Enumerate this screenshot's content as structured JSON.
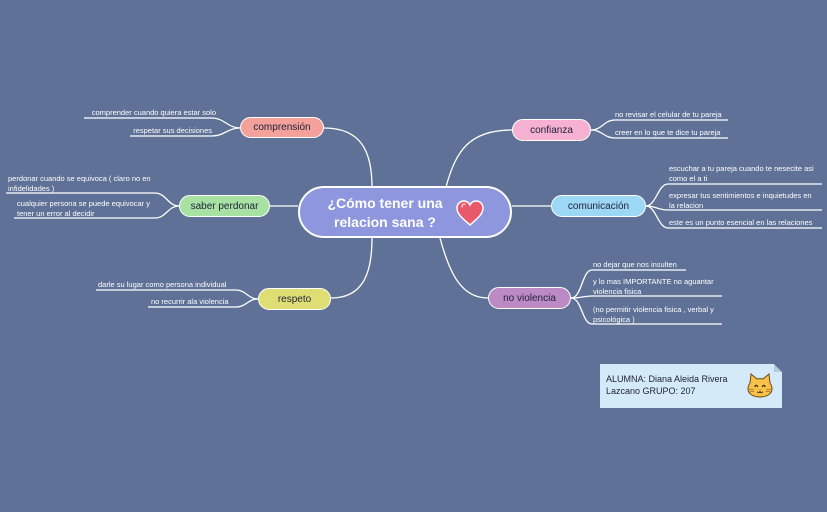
{
  "central": {
    "title": "¿Cómo tener una relacion sana ?",
    "icon": "heart-icon",
    "color": "#8e97dd"
  },
  "branches": {
    "comprension": {
      "label": "comprensión",
      "color": "#f4a09b",
      "leaves": [
        "comprender cuando quiera estar solo",
        "respetar sus decisiones"
      ]
    },
    "saber_perdonar": {
      "label": "saber perdonar",
      "color": "#a7e2a3",
      "leaves": [
        "perdonar cuando se equivoca ( claro no en infidelidades )",
        "cualquier persona se puede equivocar y tener un error al decidir"
      ]
    },
    "respeto": {
      "label": "respeto",
      "color": "#dede74",
      "leaves": [
        "darle su lugar como persona individual",
        "no recurrir ala violencia"
      ]
    },
    "confianza": {
      "label": "confianza",
      "color": "#f6b0d2",
      "leaves": [
        "no revisar el celular de tu pareja",
        "creer en lo que te dice tu pareja"
      ]
    },
    "comunicacion": {
      "label": "comunicación",
      "color": "#9cd7f5",
      "leaves": [
        "escuchar a tu pareja cuando te nesecite asi como el a ti",
        "expresar tus sentimientos  e inquietudes en la relacion",
        "este es un punto esencial en las relaciones"
      ]
    },
    "no_violencia": {
      "label": "no violencia",
      "color": "#bc8ac4",
      "leaves": [
        "no dejar que nos insulten",
        "y lo mas IMPORTANTE no aguantar violencia fisica",
        "(no permitir violencia fisica , verbal y psicológica )"
      ]
    }
  },
  "note": {
    "text": "ALUMNA: Diana Aleida Rivera Lazcano  GRUPO: 207",
    "icon": "cat-face-icon",
    "color": "#d4eaf9"
  },
  "background": "#5f7196"
}
